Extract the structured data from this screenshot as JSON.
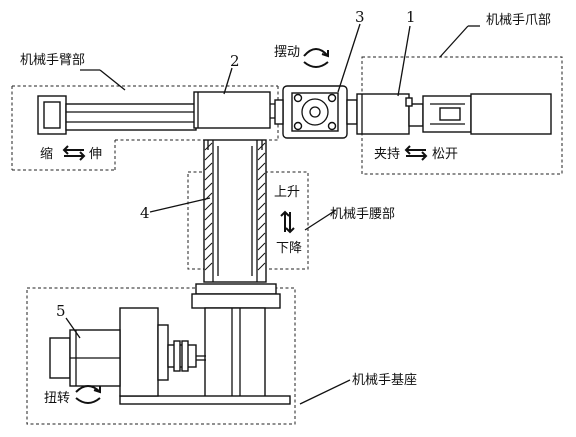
{
  "labels": {
    "gripper": "机械手爪部",
    "arm": "机械手臂部",
    "waist": "机械手腰部",
    "base": "机械手基座",
    "swing": "摆动",
    "clamp": "夹持",
    "release": "松开",
    "retract": "缩",
    "extend": "伸",
    "rise": "上升",
    "lower": "下降",
    "twist": "扭转"
  },
  "numbers": {
    "n1": "1",
    "n2": "2",
    "n3": "3",
    "n4": "4",
    "n5": "5"
  },
  "colors": {
    "line": "#111111",
    "background": "#ffffff"
  }
}
